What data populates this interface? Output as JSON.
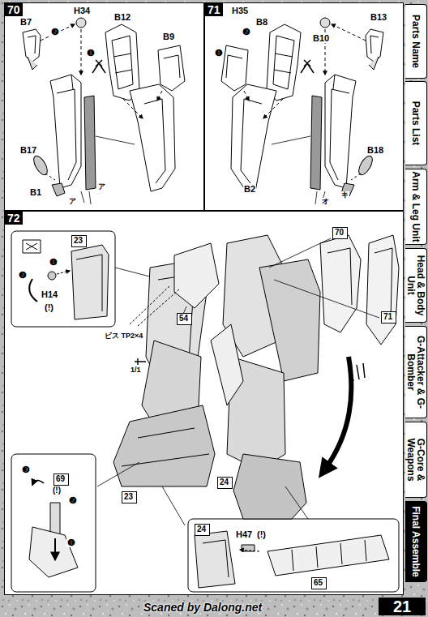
{
  "diagram": {
    "nodes": [
      {
        "text": [
          "70"
        ]
      },
      {
        "text": [
          "71"
        ]
      },
      {
        "text": [
          "72"
        ]
      },
      {
        "text": [
          "54"
        ],
        "in": 2
      },
      {
        "text": [
          "70"
        ],
        "in": 2
      },
      {
        "text": [
          "71"
        ],
        "in": 2
      },
      {
        "text": [
          "23"
        ],
        "in": 2
      },
      {
        "text": [
          "23"
        ],
        "in": 2
      },
      {
        "text": [
          "69"
        ],
        "in": 2
      },
      {
        "text": [
          "24"
        ],
        "in": 2
      },
      {
        "text": [
          "24"
        ],
        "in": 2
      },
      {
        "text": [
          "65"
        ],
        "in": 2
      },
      {
        "text": [
          "Parts Name"
        ]
      },
      {
        "text": [
          "Parts List"
        ]
      },
      {
        "text": [
          "Arm & Leg Unit"
        ]
      },
      {
        "text": [
          "Head & Body Unit"
        ]
      },
      {
        "text": [
          "G-Attacker & G-Bomber"
        ]
      },
      {
        "text": [
          "G-Core & Weapons"
        ]
      },
      {
        "text": [
          "Final Assemble"
        ]
      },
      {
        "text": [
          "21"
        ]
      }
    ],
    "labels": [
      "B7",
      "H34",
      "❷",
      "❶",
      "B12",
      "B9",
      "B17",
      "B1",
      "ア",
      "ア",
      "H35",
      "B8",
      "❷",
      "❶",
      "B10",
      "B13",
      "B18",
      "B2",
      "オ",
      "キ",
      "❷",
      "❶",
      "H14",
      "(!)",
      "ビス TP2×4",
      "1/1",
      "❸",
      "❷",
      "❶",
      "(!)",
      "H47",
      "(!)",
      "Scaned by Dalong.net"
    ]
  }
}
